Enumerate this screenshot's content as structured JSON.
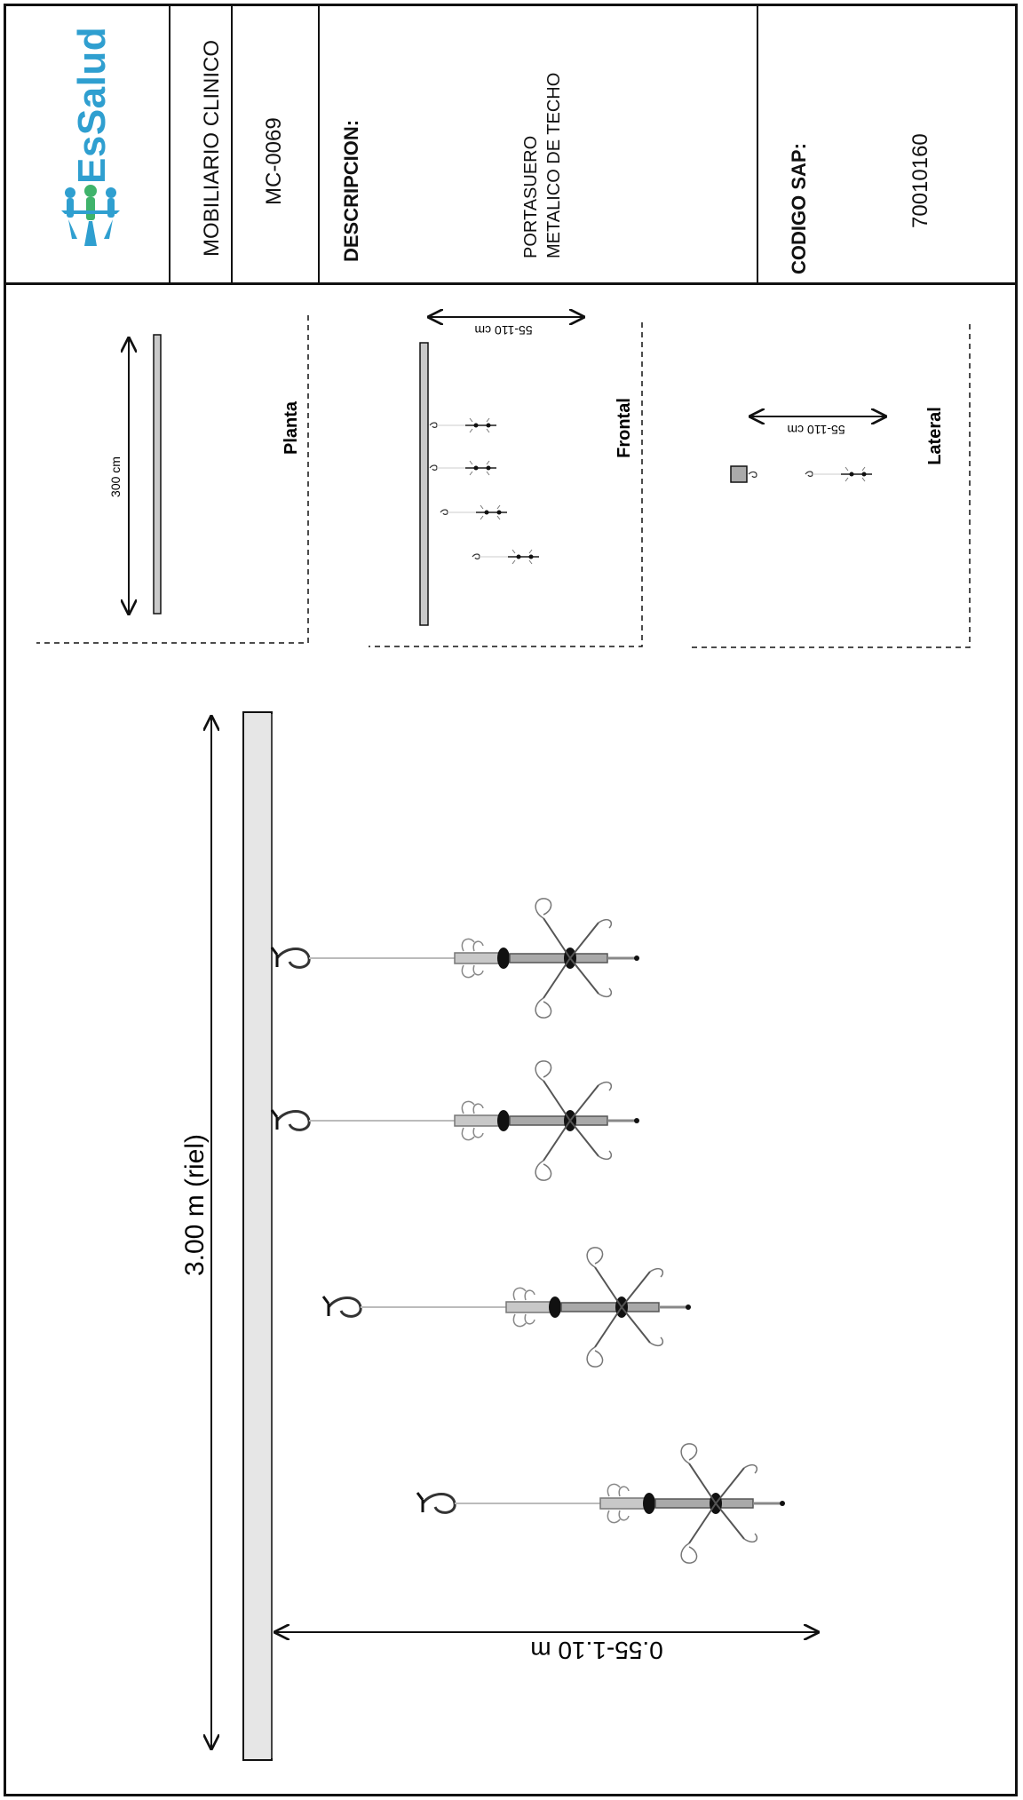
{
  "header": {
    "logo_text": "EsSalud",
    "category": "MOBILIARIO CLINICO",
    "code": "MC-0069",
    "description_label": "DESCRIPCION:",
    "description_line1": "PORTASUERO",
    "description_line2": "METALICO DE TECHO",
    "sap_label": "CODIGO SAP:",
    "sap_value": "70010160"
  },
  "views": {
    "planta_label": "Planta",
    "planta_dim": "300 cm",
    "frontal_label": "Frontal",
    "frontal_dim": "55-110 cm",
    "lateral_label": "Lateral",
    "lateral_dim": "55-110 cm"
  },
  "main": {
    "rail_label": "3.00 m (riel)",
    "height_label": "0.55-1.10 m"
  },
  "colors": {
    "logo": "#2f9fd0",
    "line": "#111111",
    "metal": "#b9b9b9"
  }
}
